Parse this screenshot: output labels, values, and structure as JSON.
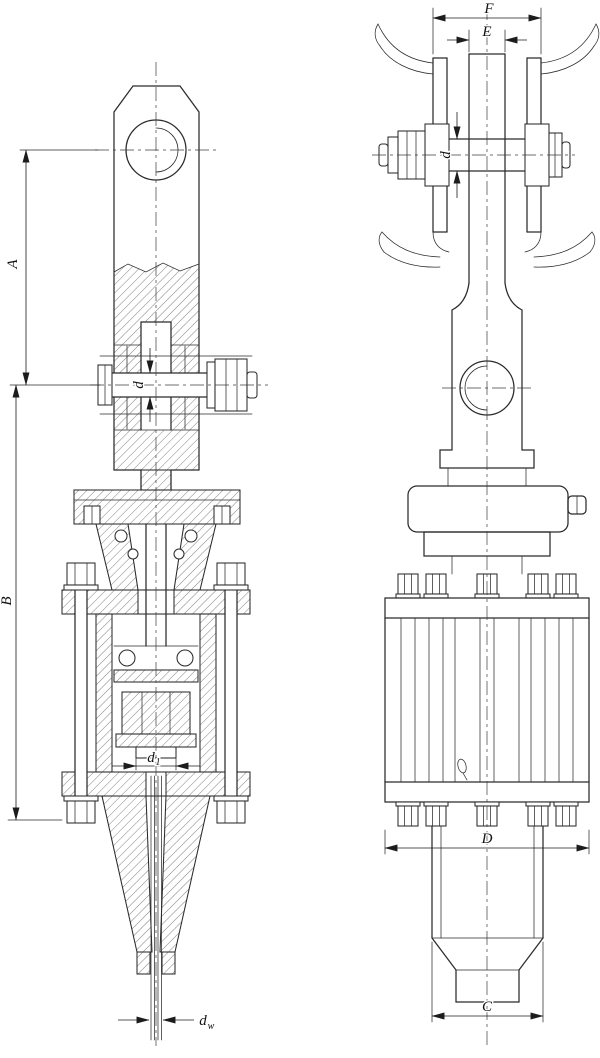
{
  "dims": {
    "A": "A",
    "B": "B",
    "C": "C",
    "D": "D",
    "E": "E",
    "F": "F",
    "d_front": "d",
    "d_side": "d",
    "d1_base": "d",
    "d1_sub": "1",
    "dw_base": "d",
    "dw_sub": "w"
  },
  "colors": {
    "line": "#2b2b2b",
    "background": "#ffffff"
  }
}
